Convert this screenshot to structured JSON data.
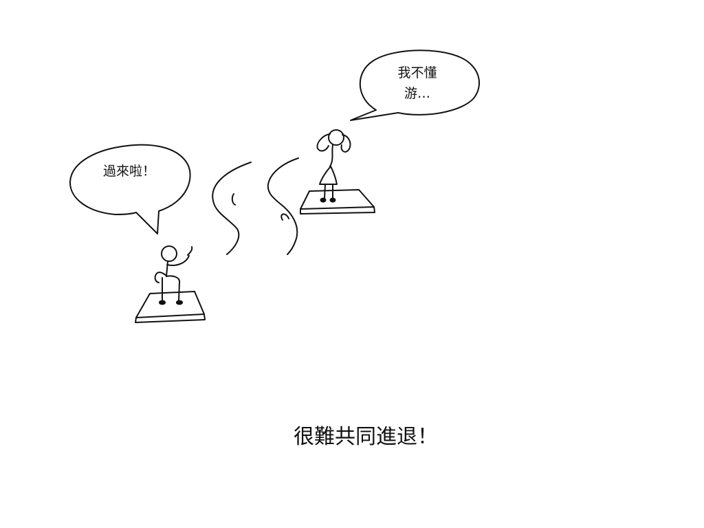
{
  "speech": {
    "left_bubble": "過來啦！",
    "right_bubble_line1": "我不懂",
    "right_bubble_line2": "游…"
  },
  "caption": "很難共同進退！",
  "figures": {
    "left": "stick-figure-waving",
    "right": "stick-figure-girl"
  },
  "colors": {
    "ink": "#111111",
    "paper": "#ffffff"
  }
}
